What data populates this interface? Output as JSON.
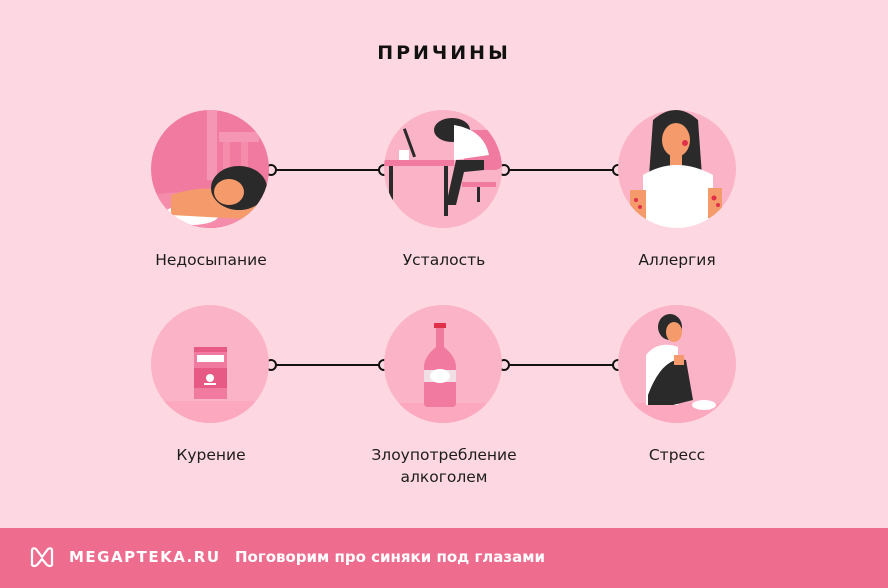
{
  "title": "ПРИЧИНЫ",
  "causes": [
    {
      "label": "Недосыпание",
      "icon": "sleeping-woman-icon"
    },
    {
      "label": "Усталость",
      "icon": "tired-woman-at-desk-icon"
    },
    {
      "label": "Аллергия",
      "icon": "allergy-woman-icon"
    },
    {
      "label": "Курение",
      "icon": "cigarette-pack-icon"
    },
    {
      "label_line1": "Злоупотребление",
      "label_line2": "алкоголем",
      "icon": "bottle-icon"
    },
    {
      "label": "Стресс",
      "icon": "stressed-person-icon"
    }
  ],
  "footer": {
    "brand": "MEGAPTEKA.RU",
    "tagline": "Поговорим про синяки под глазами",
    "logo_icon": "megapteka-logo-icon"
  },
  "colors": {
    "background": "#fdd8e2",
    "footer": "#ee6d8f",
    "circle_dark": "#f07aa0",
    "circle_light": "#fbb3c7",
    "line": "#111111"
  }
}
